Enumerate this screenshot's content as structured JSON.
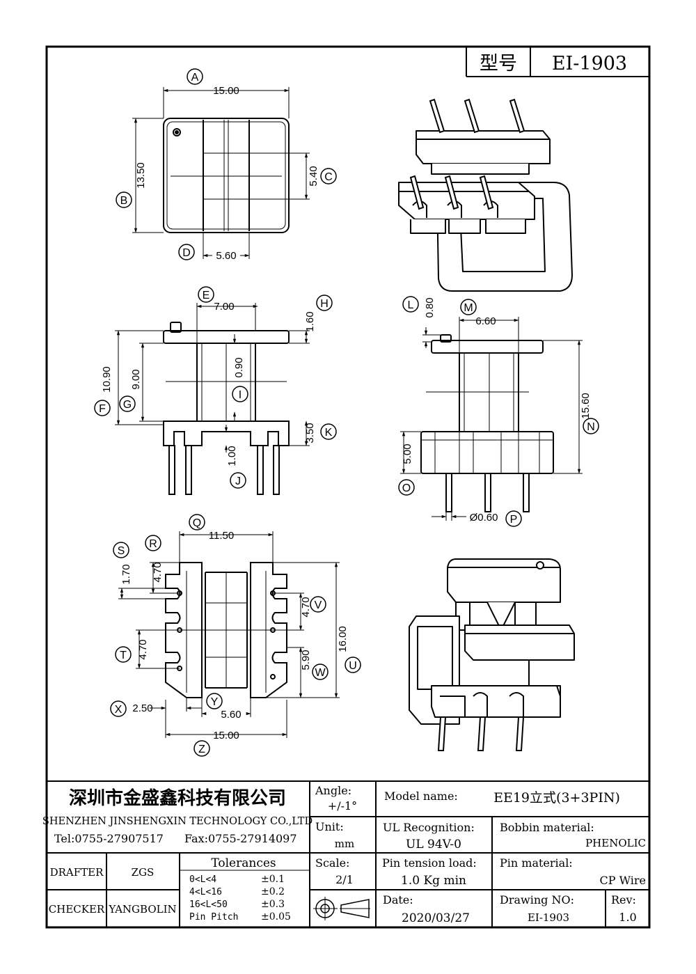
{
  "header": {
    "type_label": "型号",
    "model_code": "EI-1903"
  },
  "dimensions": {
    "A": "15.00",
    "B": "13.50",
    "C": "5.40",
    "D": "5.60",
    "E": "7.00",
    "F": "10.90",
    "G": "9.00",
    "H": "1.60",
    "I": "0.90",
    "J": "1.00",
    "K": "3.50",
    "L": "0.80",
    "M": "6.60",
    "N": "15.60",
    "O": "5.00",
    "P": "Ø0.60",
    "Q": "11.50",
    "R": "4.70",
    "S": "1.70",
    "T": "4.70",
    "U": "16.00",
    "V": "4.70",
    "W": "5.90",
    "X": "2.50",
    "Y": "5.60",
    "Z": "15.00"
  },
  "title_block": {
    "company_cn": "深圳市金盛鑫科技有限公司",
    "company_en": "SHENZHEN JINSHENGXIN TECHNOLOGY CO.,LTD",
    "tel": "Tel:0755-27907517",
    "fax": "Fax:0755-27914097",
    "drafter_label": "DRAFTER",
    "drafter": "ZGS",
    "checker_label": "CHECKER",
    "checker": "YANGBOLIN",
    "tolerances_title": "Tolerances",
    "tolerances": [
      {
        "range": "0<L<4",
        "value": "±0.1"
      },
      {
        "range": "4<L<16",
        "value": "±0.2"
      },
      {
        "range": "16<L<50",
        "value": "±0.3"
      },
      {
        "range": "Pin Pitch",
        "value": "±0.05"
      }
    ],
    "angle_label": "Angle:",
    "angle_value": "+/-1°",
    "unit_label": "Unit:",
    "unit_value": "mm",
    "scale_label": "Scale:",
    "scale_value": "2/1",
    "model_name_label": "Model name:",
    "model_name": "EE19立式(3+3PIN)",
    "ul_label": "UL Recognition:",
    "ul_value": "UL 94V-0",
    "bobbin_label": "Bobbin material:",
    "bobbin_value": "PHENOLIC",
    "pin_tension_label": "Pin tension load:",
    "pin_tension_value": "1.0 Kg min",
    "pin_material_label": "Pin material:",
    "pin_material_value": "CP Wire",
    "date_label": "Date:",
    "date_value": "2020/03/27",
    "drawing_no_label": "Drawing NO:",
    "drawing_no": "EI-1903",
    "rev_label": "Rev:",
    "rev_value": "1.0"
  }
}
